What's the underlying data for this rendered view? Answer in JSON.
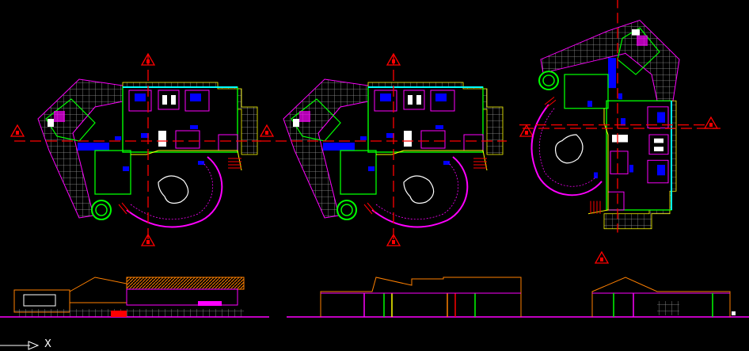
{
  "drawing": {
    "background": "#000000",
    "colors": {
      "section_line": "#ff0000",
      "walls": "#00ff00",
      "glazing": "#00ffff",
      "furniture": "#ff00ff",
      "deck": "#a0a0a0",
      "fixtures": "#0000ff",
      "roof": "#ff8000",
      "tree": "#00ff00",
      "ground": "#ff00ff"
    },
    "plans": [
      "floor-plan-1",
      "floor-plan-2",
      "floor-plan-3"
    ],
    "elevations": [
      "elevation-front",
      "elevation-side",
      "elevation-rear"
    ]
  },
  "ucs": {
    "x_label": "X",
    "icon": "ucs-arrow-icon"
  }
}
